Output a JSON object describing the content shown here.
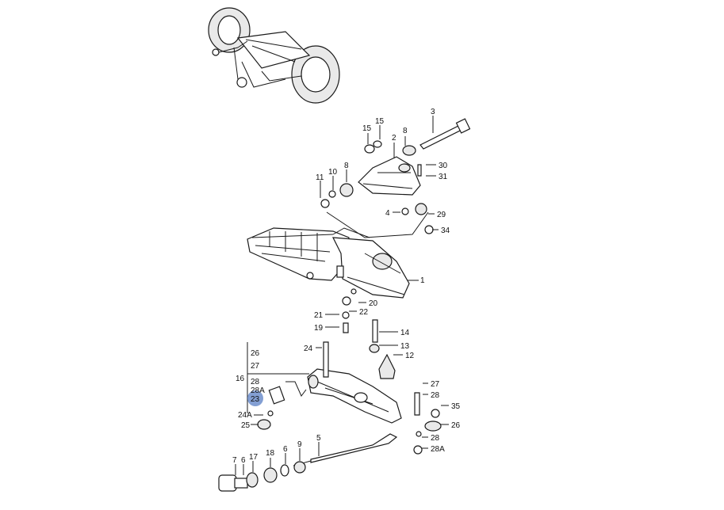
{
  "diagram": {
    "highlight": {
      "callout": "23",
      "color": "#5a7fc4"
    },
    "callouts": {
      "c1": "1",
      "c2": "2",
      "c3": "3",
      "c4": "4",
      "c5": "5",
      "c6a": "6",
      "c6b": "6",
      "c7": "7",
      "c8a": "8",
      "c8b": "8",
      "c9": "9",
      "c10": "10",
      "c11": "11",
      "c12": "12",
      "c13": "13",
      "c14": "14",
      "c15a": "15",
      "c15b": "15",
      "c16": "16",
      "c17": "17",
      "c18": "18",
      "c19": "19",
      "c20": "20",
      "c21": "21",
      "c22": "22",
      "c23": "23",
      "c24": "24",
      "c24a": "24A",
      "c25": "25",
      "c26a": "26",
      "c26b": "26",
      "c27a": "27",
      "c27b": "27",
      "c28a": "28",
      "c28b": "28",
      "c28c": "28",
      "c28A1": "28A",
      "c28A2": "28A",
      "c29": "29",
      "c30": "30",
      "c31": "31",
      "c34": "34",
      "c35": "35"
    }
  }
}
